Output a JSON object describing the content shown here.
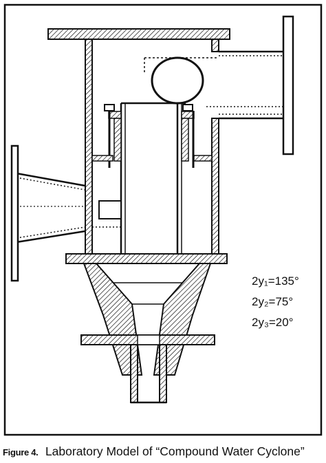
{
  "diagram": {
    "angles": [
      "2y₁=135°",
      "2y₂=75°",
      "2y₃=20°"
    ]
  },
  "caption": {
    "label": "Figure 4.",
    "text": "Laboratory Model of “Compound Water Cyclone”"
  }
}
